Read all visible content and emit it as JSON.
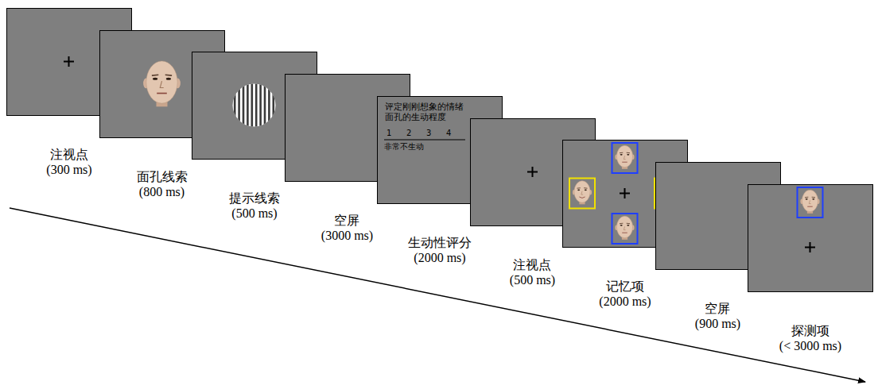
{
  "diagram": {
    "nodes": [
      {
        "text": [
          "注视点",
          "(300 ms)"
        ]
      },
      {
        "text": [
          "面孔线索",
          "(800 ms)"
        ]
      },
      {
        "text": [
          "提示线索",
          "(500 ms)"
        ]
      },
      {
        "text": [
          "空屏",
          "(3000 ms)"
        ]
      },
      {
        "text": [
          "生动性评分",
          "(2000 ms)"
        ]
      },
      {
        "text": [
          "注视点",
          "(500 ms)"
        ]
      },
      {
        "text": [
          "记忆项",
          "(2000 ms)"
        ]
      },
      {
        "text": [
          "空屏",
          "(900 ms)"
        ]
      },
      {
        "text": [
          "探测项",
          "(< 3000 ms)"
        ]
      }
    ],
    "labels": [
      "评定刚刚想象的情绪面孔的生动程度",
      "1",
      "2",
      "3",
      "4",
      "非常不生动"
    ]
  }
}
